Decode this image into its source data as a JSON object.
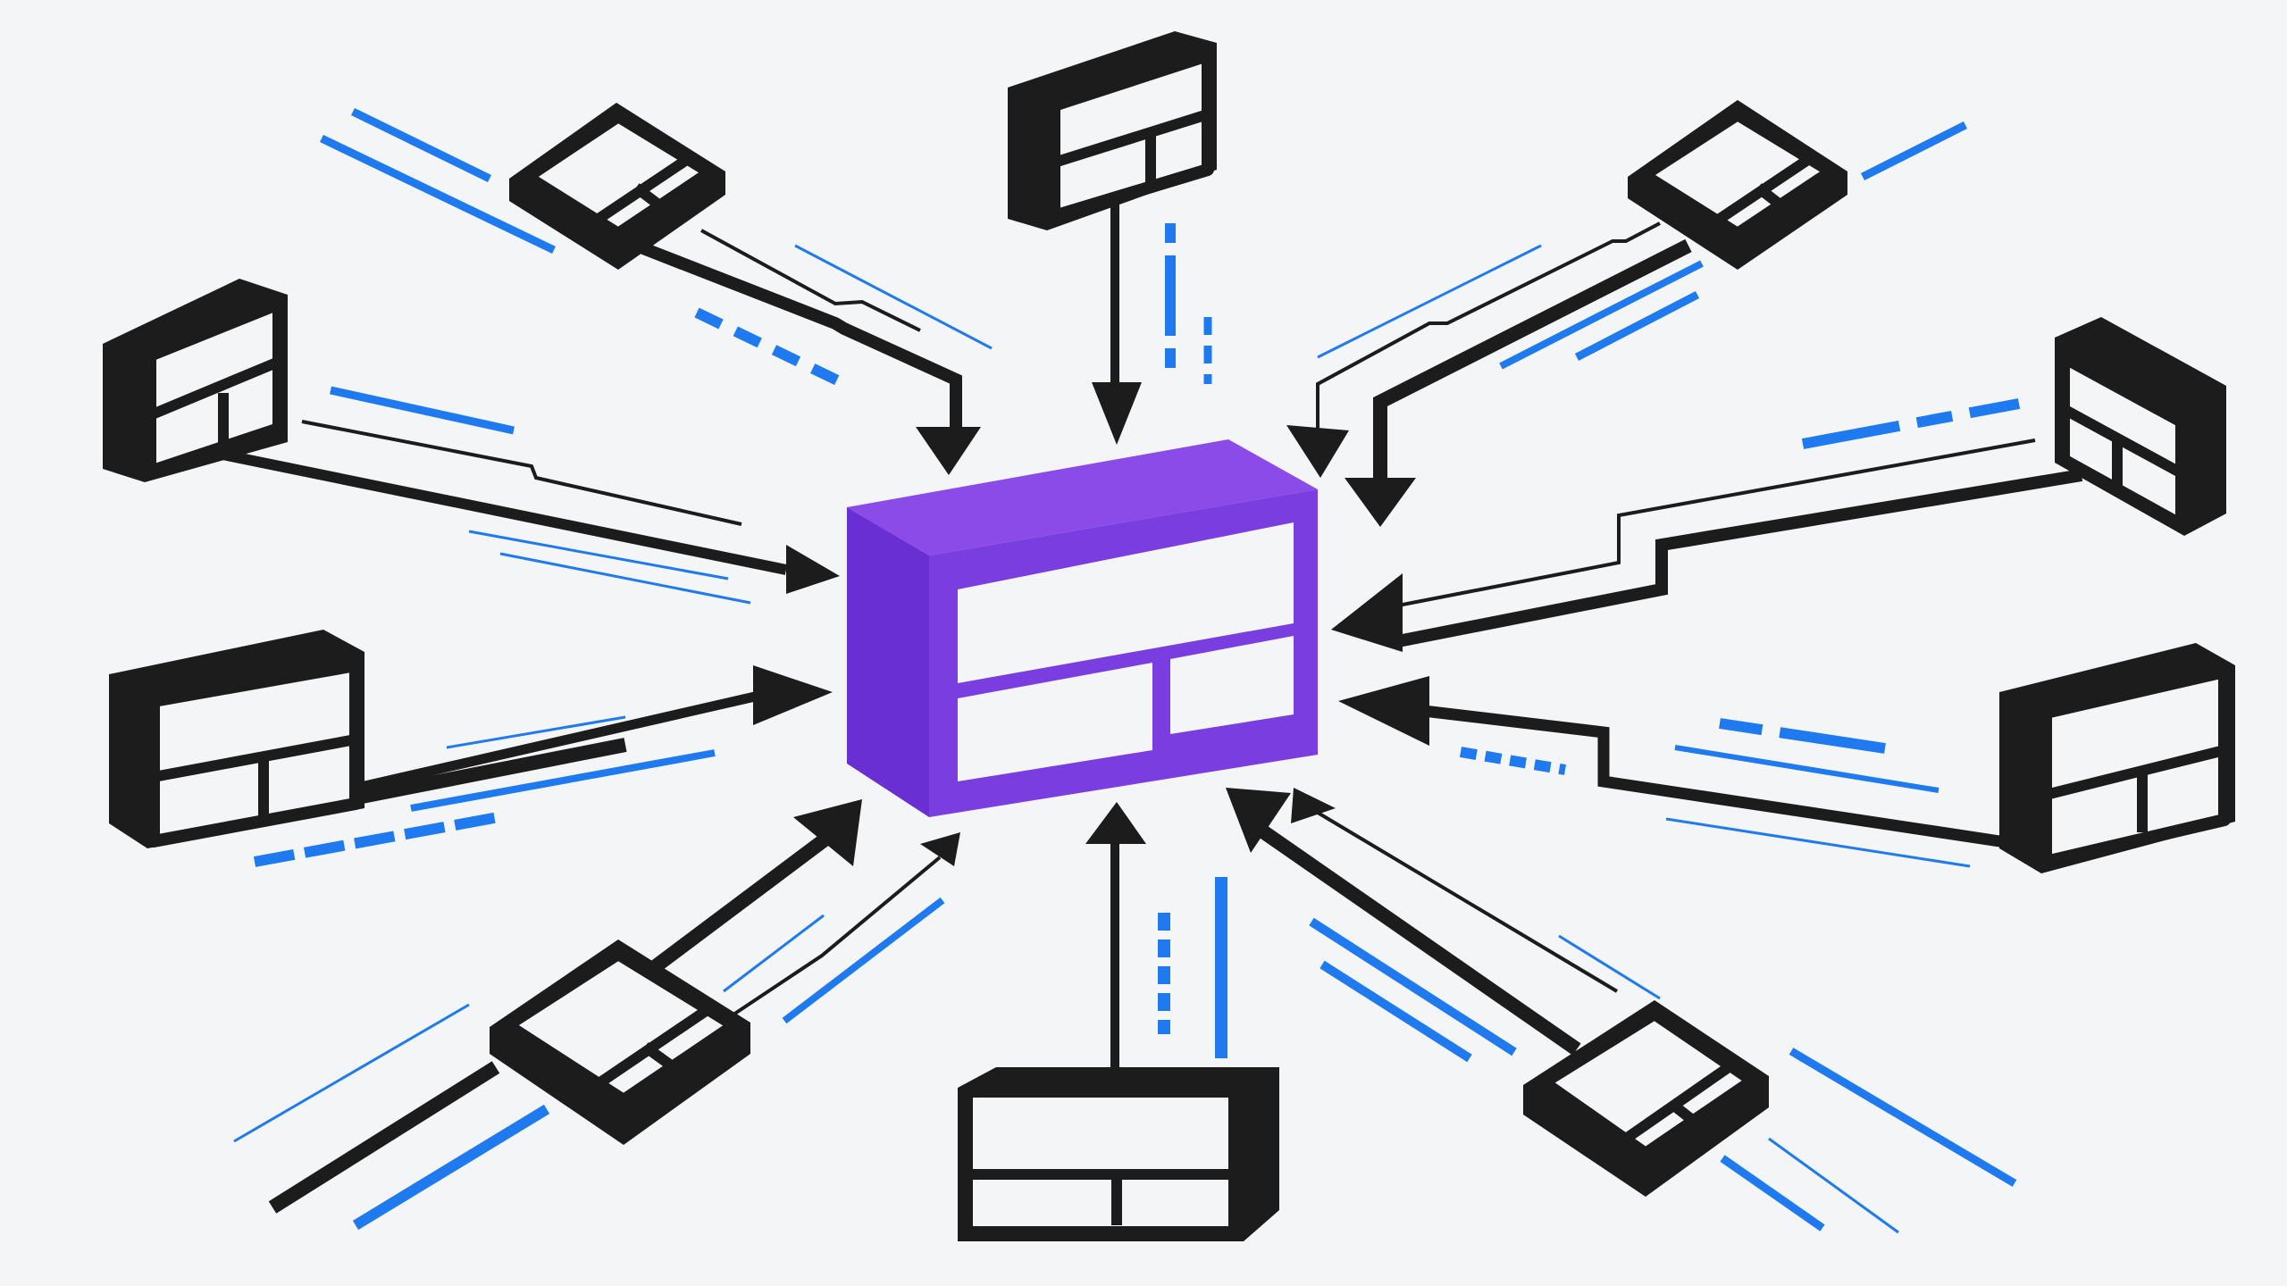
{
  "colors": {
    "background": "#f4f5f7",
    "ink": "#1c1c1c",
    "hub_purple": "#7a3ee0",
    "hub_purple_dark": "#6a2fd2",
    "hub_purple_light": "#8a4be8",
    "accent_blue": "#1f7af0"
  },
  "hub": {
    "name": "central-hub-module",
    "icon": "window-layout-icon"
  },
  "modules": [
    {
      "id": "module-top-left-panel",
      "icon": "tilted-panel-icon"
    },
    {
      "id": "module-top-center",
      "icon": "window-layout-icon"
    },
    {
      "id": "module-top-right-panel",
      "icon": "tilted-panel-icon"
    },
    {
      "id": "module-left-upper",
      "icon": "window-layout-icon"
    },
    {
      "id": "module-right-upper",
      "icon": "window-layout-icon"
    },
    {
      "id": "module-left-lower",
      "icon": "window-layout-icon"
    },
    {
      "id": "module-right-lower",
      "icon": "window-layout-icon"
    },
    {
      "id": "module-bottom-left-panel",
      "icon": "tilted-panel-icon"
    },
    {
      "id": "module-bottom-center",
      "icon": "window-layout-icon"
    },
    {
      "id": "module-bottom-right-panel",
      "icon": "tilted-panel-icon"
    }
  ],
  "connections": [
    "top-left-panel-to-hub",
    "top-center-to-hub",
    "top-right-panel-to-hub",
    "left-upper-to-hub",
    "right-upper-to-hub",
    "left-lower-to-hub",
    "right-lower-to-hub",
    "bottom-left-panel-to-hub",
    "bottom-center-to-hub",
    "bottom-right-panel-to-hub"
  ]
}
